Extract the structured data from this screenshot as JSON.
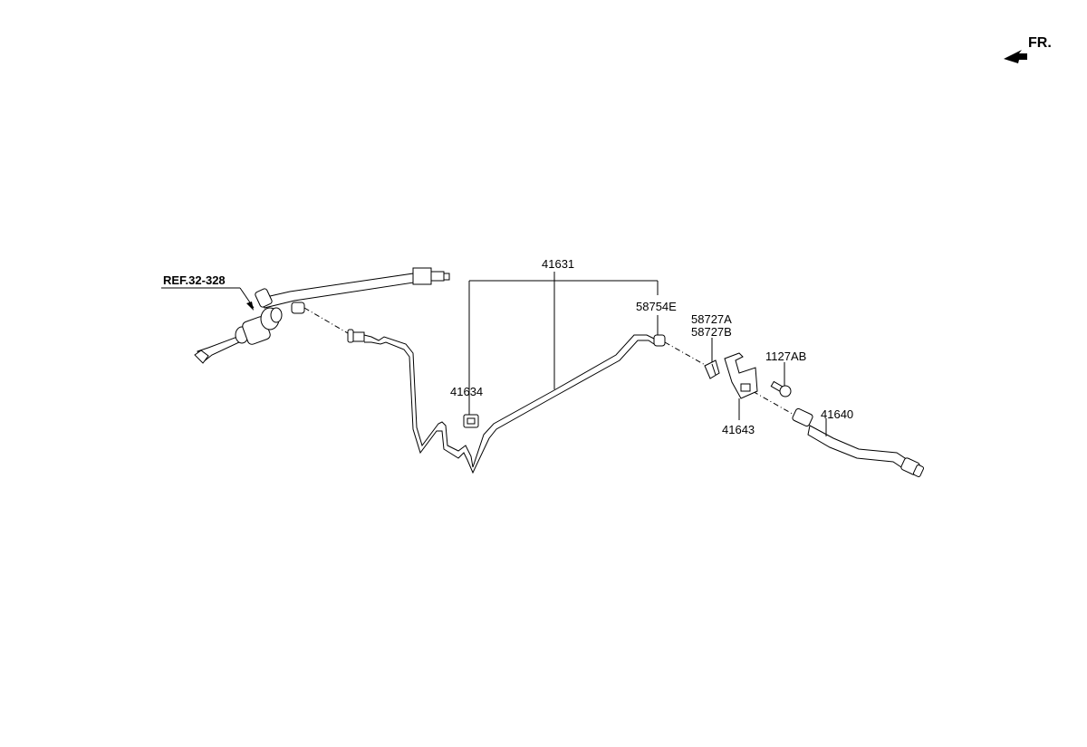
{
  "orientation": {
    "label": "FR."
  },
  "reference": {
    "label": "REF.32-328"
  },
  "parts": {
    "p41631": "41631",
    "p41634": "41634",
    "p58754E": "58754E",
    "p58727A": "58727A",
    "p58727B": "58727B",
    "p1127AB": "1127AB",
    "p41643": "41643",
    "p41640": "41640"
  }
}
